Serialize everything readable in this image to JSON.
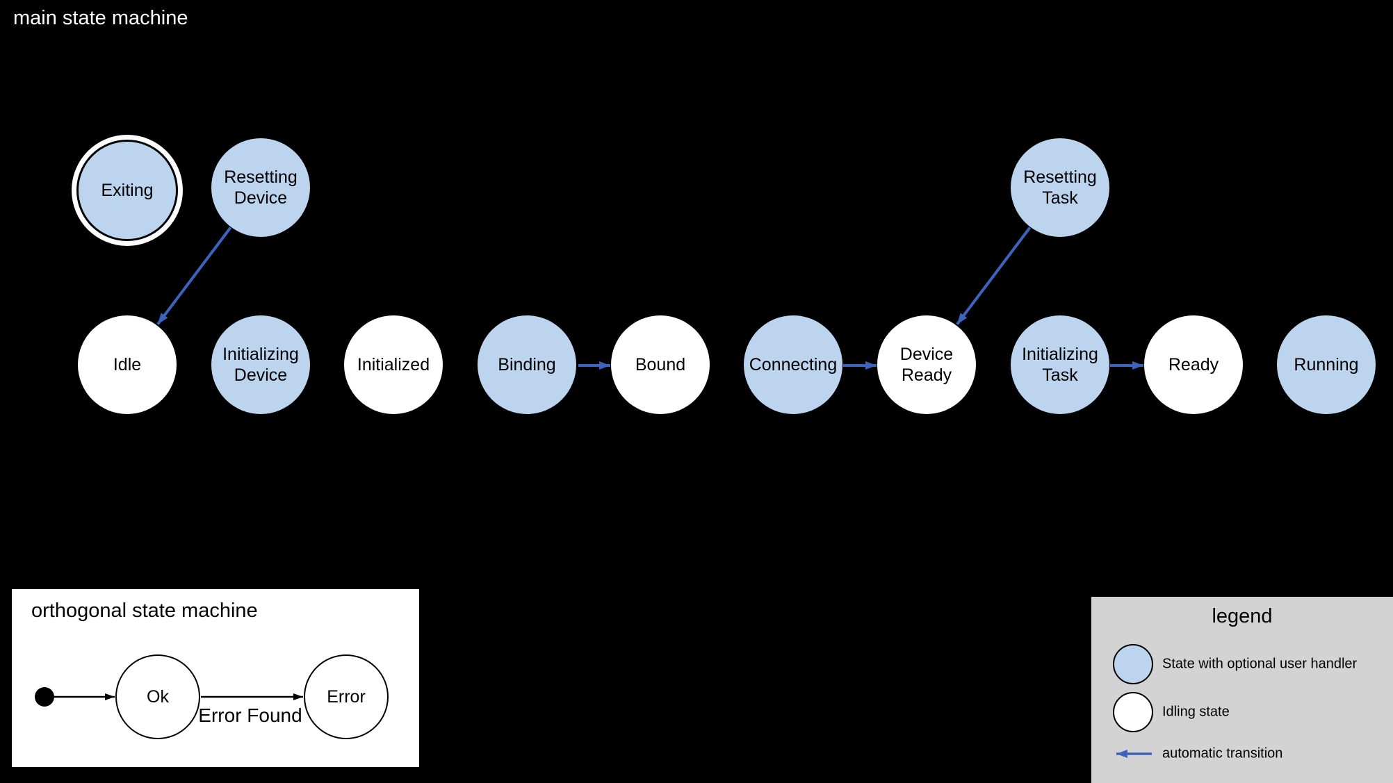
{
  "main_machine": {
    "title": "main state machine",
    "states": [
      {
        "label": "Exiting",
        "type": "user",
        "final": true
      },
      {
        "label": "Resetting\nDevice",
        "type": "user"
      },
      {
        "label": "Resetting\nTask",
        "type": "user"
      },
      {
        "label": "Idle",
        "type": "idle"
      },
      {
        "label": "Initializing\nDevice",
        "type": "user"
      },
      {
        "label": "Initialized",
        "type": "idle"
      },
      {
        "label": "Binding",
        "type": "user"
      },
      {
        "label": "Bound",
        "type": "idle"
      },
      {
        "label": "Connecting",
        "type": "user"
      },
      {
        "label": "Device\nReady",
        "type": "idle"
      },
      {
        "label": "Initializing\nTask",
        "type": "user"
      },
      {
        "label": "Ready",
        "type": "idle"
      },
      {
        "label": "Running",
        "type": "user"
      }
    ],
    "transitions": [
      {
        "from": "Resetting Device",
        "to": "Idle",
        "style": "automatic"
      },
      {
        "from": "Resetting Task",
        "to": "Device Ready",
        "style": "automatic"
      },
      {
        "from": "Binding",
        "to": "Bound",
        "style": "automatic"
      },
      {
        "from": "Connecting",
        "to": "Device Ready",
        "style": "automatic"
      },
      {
        "from": "Initializing Task",
        "to": "Ready",
        "style": "automatic"
      }
    ]
  },
  "orthogonal_machine": {
    "title": "orthogonal state machine",
    "states": [
      {
        "label": "Ok"
      },
      {
        "label": "Error"
      }
    ],
    "transitions": [
      {
        "from": "initial",
        "to": "Ok",
        "label": ""
      },
      {
        "from": "Ok",
        "to": "Error",
        "label": "Error Found"
      }
    ]
  },
  "legend": {
    "title": "legend",
    "items": [
      {
        "icon": "state-user-handler-swatch",
        "label": "State with optional user handler"
      },
      {
        "icon": "idling-state-swatch",
        "label": "Idling state"
      },
      {
        "icon": "automatic-transition-arrow",
        "label": "automatic transition"
      }
    ]
  },
  "colors": {
    "background": "#000000",
    "user_state_fill": "#bcd4ee",
    "idle_state_fill": "#ffffff",
    "transition_arrow_blue": "#3c64be",
    "orthogonal_stroke": "#000000",
    "legend_background": "#d3d3d3",
    "title_text": "#ffffff",
    "state_text": "#000000"
  }
}
